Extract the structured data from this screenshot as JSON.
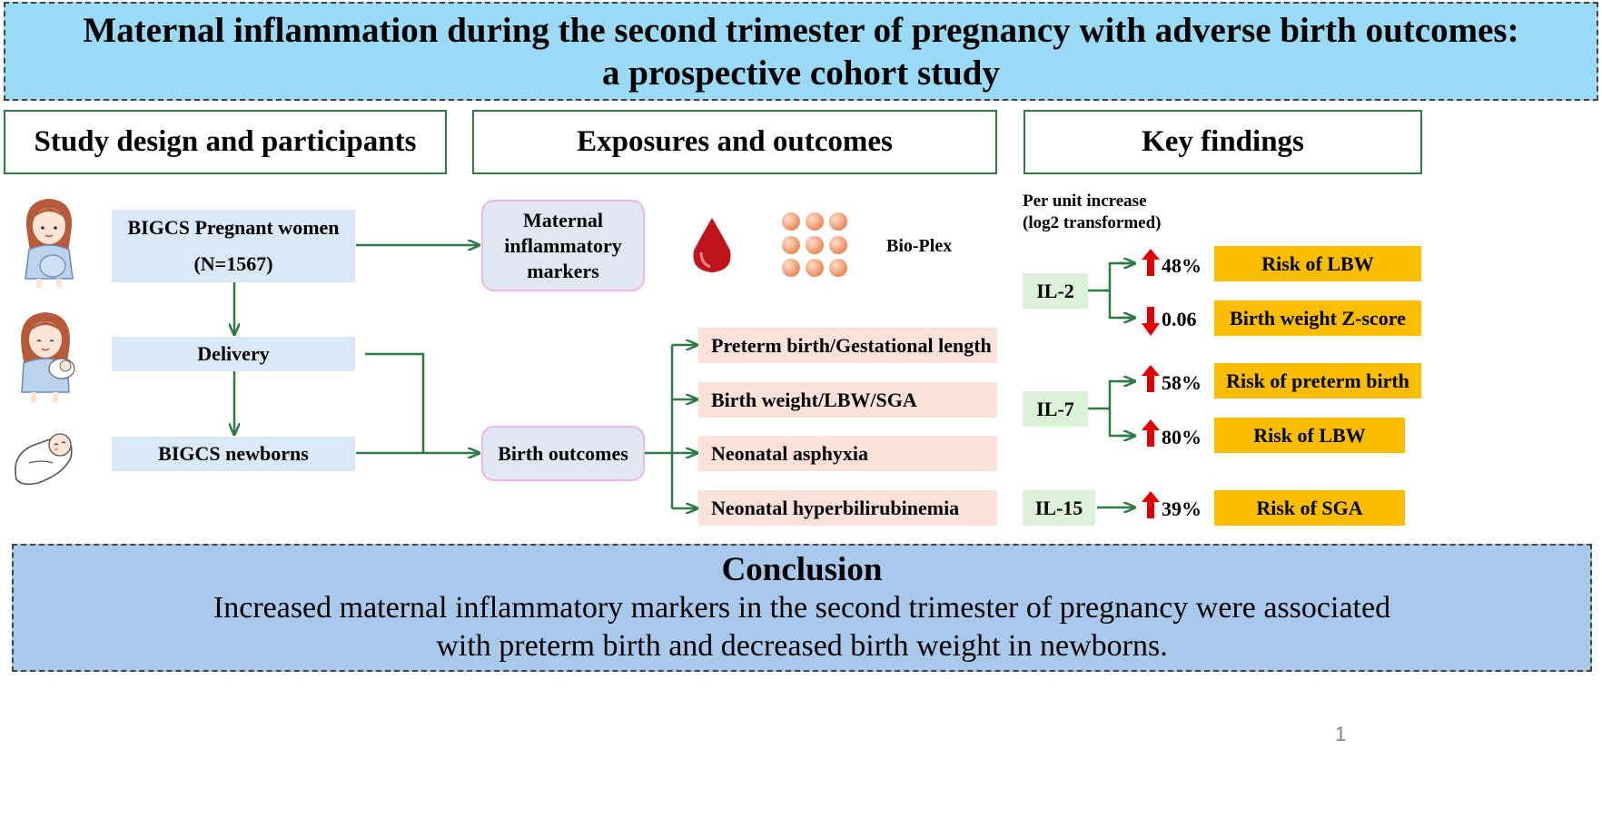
{
  "title": {
    "line1": "Maternal inflammation during the second trimester of pregnancy with adverse birth outcomes:",
    "line2": "a prospective cohort study"
  },
  "headers": {
    "design": "Study design and participants",
    "exposures": "Exposures and outcomes",
    "findings": "Key findings"
  },
  "design": {
    "women_label": "BIGCS Pregnant women",
    "women_n": "(N=1567)",
    "delivery": "Delivery",
    "newborns": "BIGCS newborns"
  },
  "exposures": {
    "markers": [
      "Maternal",
      "inflammatory",
      "markers"
    ],
    "bioplex": "Bio-Plex",
    "birth_outcomes": "Birth outcomes",
    "outcomes": [
      "Preterm birth/Gestational length",
      "Birth weight/LBW/SGA",
      "Neonatal asphyxia",
      "Neonatal hyperbilirubinemia"
    ]
  },
  "findings": {
    "note_line1": "Per unit increase",
    "note_line2": "(log2 transformed)",
    "markers": [
      {
        "name": "IL-2",
        "results": [
          {
            "direction": "up",
            "value": "48%",
            "outcome": "Risk of LBW"
          },
          {
            "direction": "down",
            "value": "0.06",
            "outcome": "Birth weight Z-score"
          }
        ]
      },
      {
        "name": "IL-7",
        "results": [
          {
            "direction": "up",
            "value": "58%",
            "outcome": "Risk of preterm birth"
          },
          {
            "direction": "up",
            "value": "80%",
            "outcome": "Risk of LBW"
          }
        ]
      },
      {
        "name": "IL-15",
        "results": [
          {
            "direction": "up",
            "value": "39%",
            "outcome": "Risk of SGA"
          }
        ]
      }
    ]
  },
  "conclusion": {
    "heading": "Conclusion",
    "line1": "Increased maternal inflammatory markers in the second trimester of pregnancy were associated",
    "line2": "with preterm birth and decreased birth weight in newborns."
  },
  "page_number": "1",
  "colors": {
    "arrow_green": "#2d7a45",
    "up_arrow": "#e00000",
    "blood": "#c0141c",
    "bead": "#f2a27a"
  },
  "icons": [
    "pregnant-woman-icon",
    "mother-baby-icon",
    "swaddled-newborn-icon",
    "blood-drop-icon",
    "beads-icon",
    "red-up-arrow-icon",
    "red-down-arrow-icon"
  ]
}
